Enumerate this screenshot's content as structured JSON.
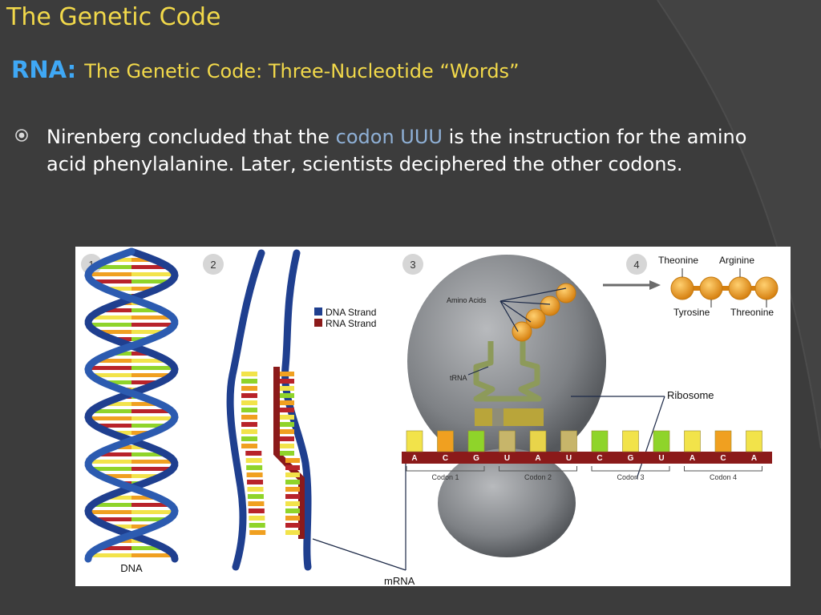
{
  "slide": {
    "title": "The Genetic Code",
    "subtitle_label": "RNA:",
    "subtitle_text": "The Genetic Code: Three-Nucleotide “Words”",
    "bullet": {
      "before": "Nirenberg concluded that the ",
      "highlight": "codon UUU",
      "after": " is the instruction for the amino acid phenylalanine. Later, scientists deciphered the other codons."
    },
    "colors": {
      "title": "#f2d94a",
      "rna_label": "#3fa8f5",
      "highlight": "#8fb0d6",
      "background": "#3c3c3c"
    }
  },
  "figure": {
    "panel_numbers": [
      "1",
      "2",
      "3",
      "4"
    ],
    "dna_label": "DNA",
    "legend": {
      "dna_strand": "DNA Strand",
      "rna_strand": "RNA Strand"
    },
    "amino_acids_label": "Amino Acids",
    "trna_label": "tRNA",
    "ribosome_label": "Ribosome",
    "mrna_label": "mRNA",
    "mrna_bases": [
      "A",
      "C",
      "G",
      "U",
      "A",
      "U",
      "C",
      "G",
      "U",
      "A",
      "C",
      "A"
    ],
    "codon_labels": [
      "Codon 1",
      "Codon 2",
      "Codon 3",
      "Codon 4"
    ],
    "amino_acid_names": {
      "theonine": "Theonine",
      "arginine": "Arginine",
      "tyrosine": "Tyrosine",
      "threonine": "Threonine"
    },
    "colors": {
      "dna_strand": "#1f3f8f",
      "rna_strand": "#8b1a1a",
      "amino_acid": "#f0a020",
      "ribosome": "#8a8d90"
    }
  }
}
